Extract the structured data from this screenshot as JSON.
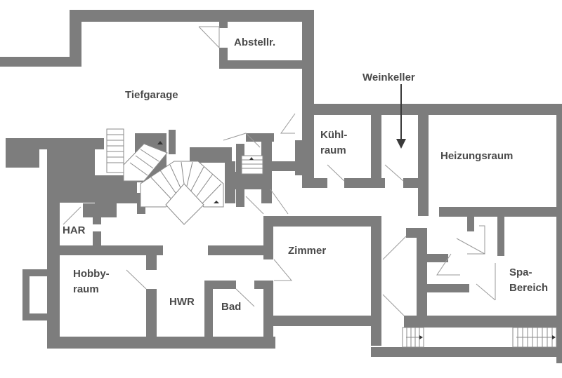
{
  "plan": {
    "type": "floor-plan",
    "level": "basement",
    "colors": {
      "wall": "#7d7d7d",
      "label": "#4a4a4a",
      "background": "#ffffff"
    },
    "rooms": {
      "abstellraum": "Abstellr.",
      "tiefgarage": "Tiefgarage",
      "weinkeller": "Weinkeller",
      "kuehlraum_line1": "Kühl-",
      "kuehlraum_line2": "raum",
      "heizungsraum": "Heizungsraum",
      "har": "HAR",
      "zimmer": "Zimmer",
      "hobbyraum_line1": "Hobby-",
      "hobbyraum_line2": "raum",
      "hwr": "HWR",
      "bad": "Bad",
      "spa_line1": "Spa-",
      "spa_line2": "Bereich"
    }
  }
}
